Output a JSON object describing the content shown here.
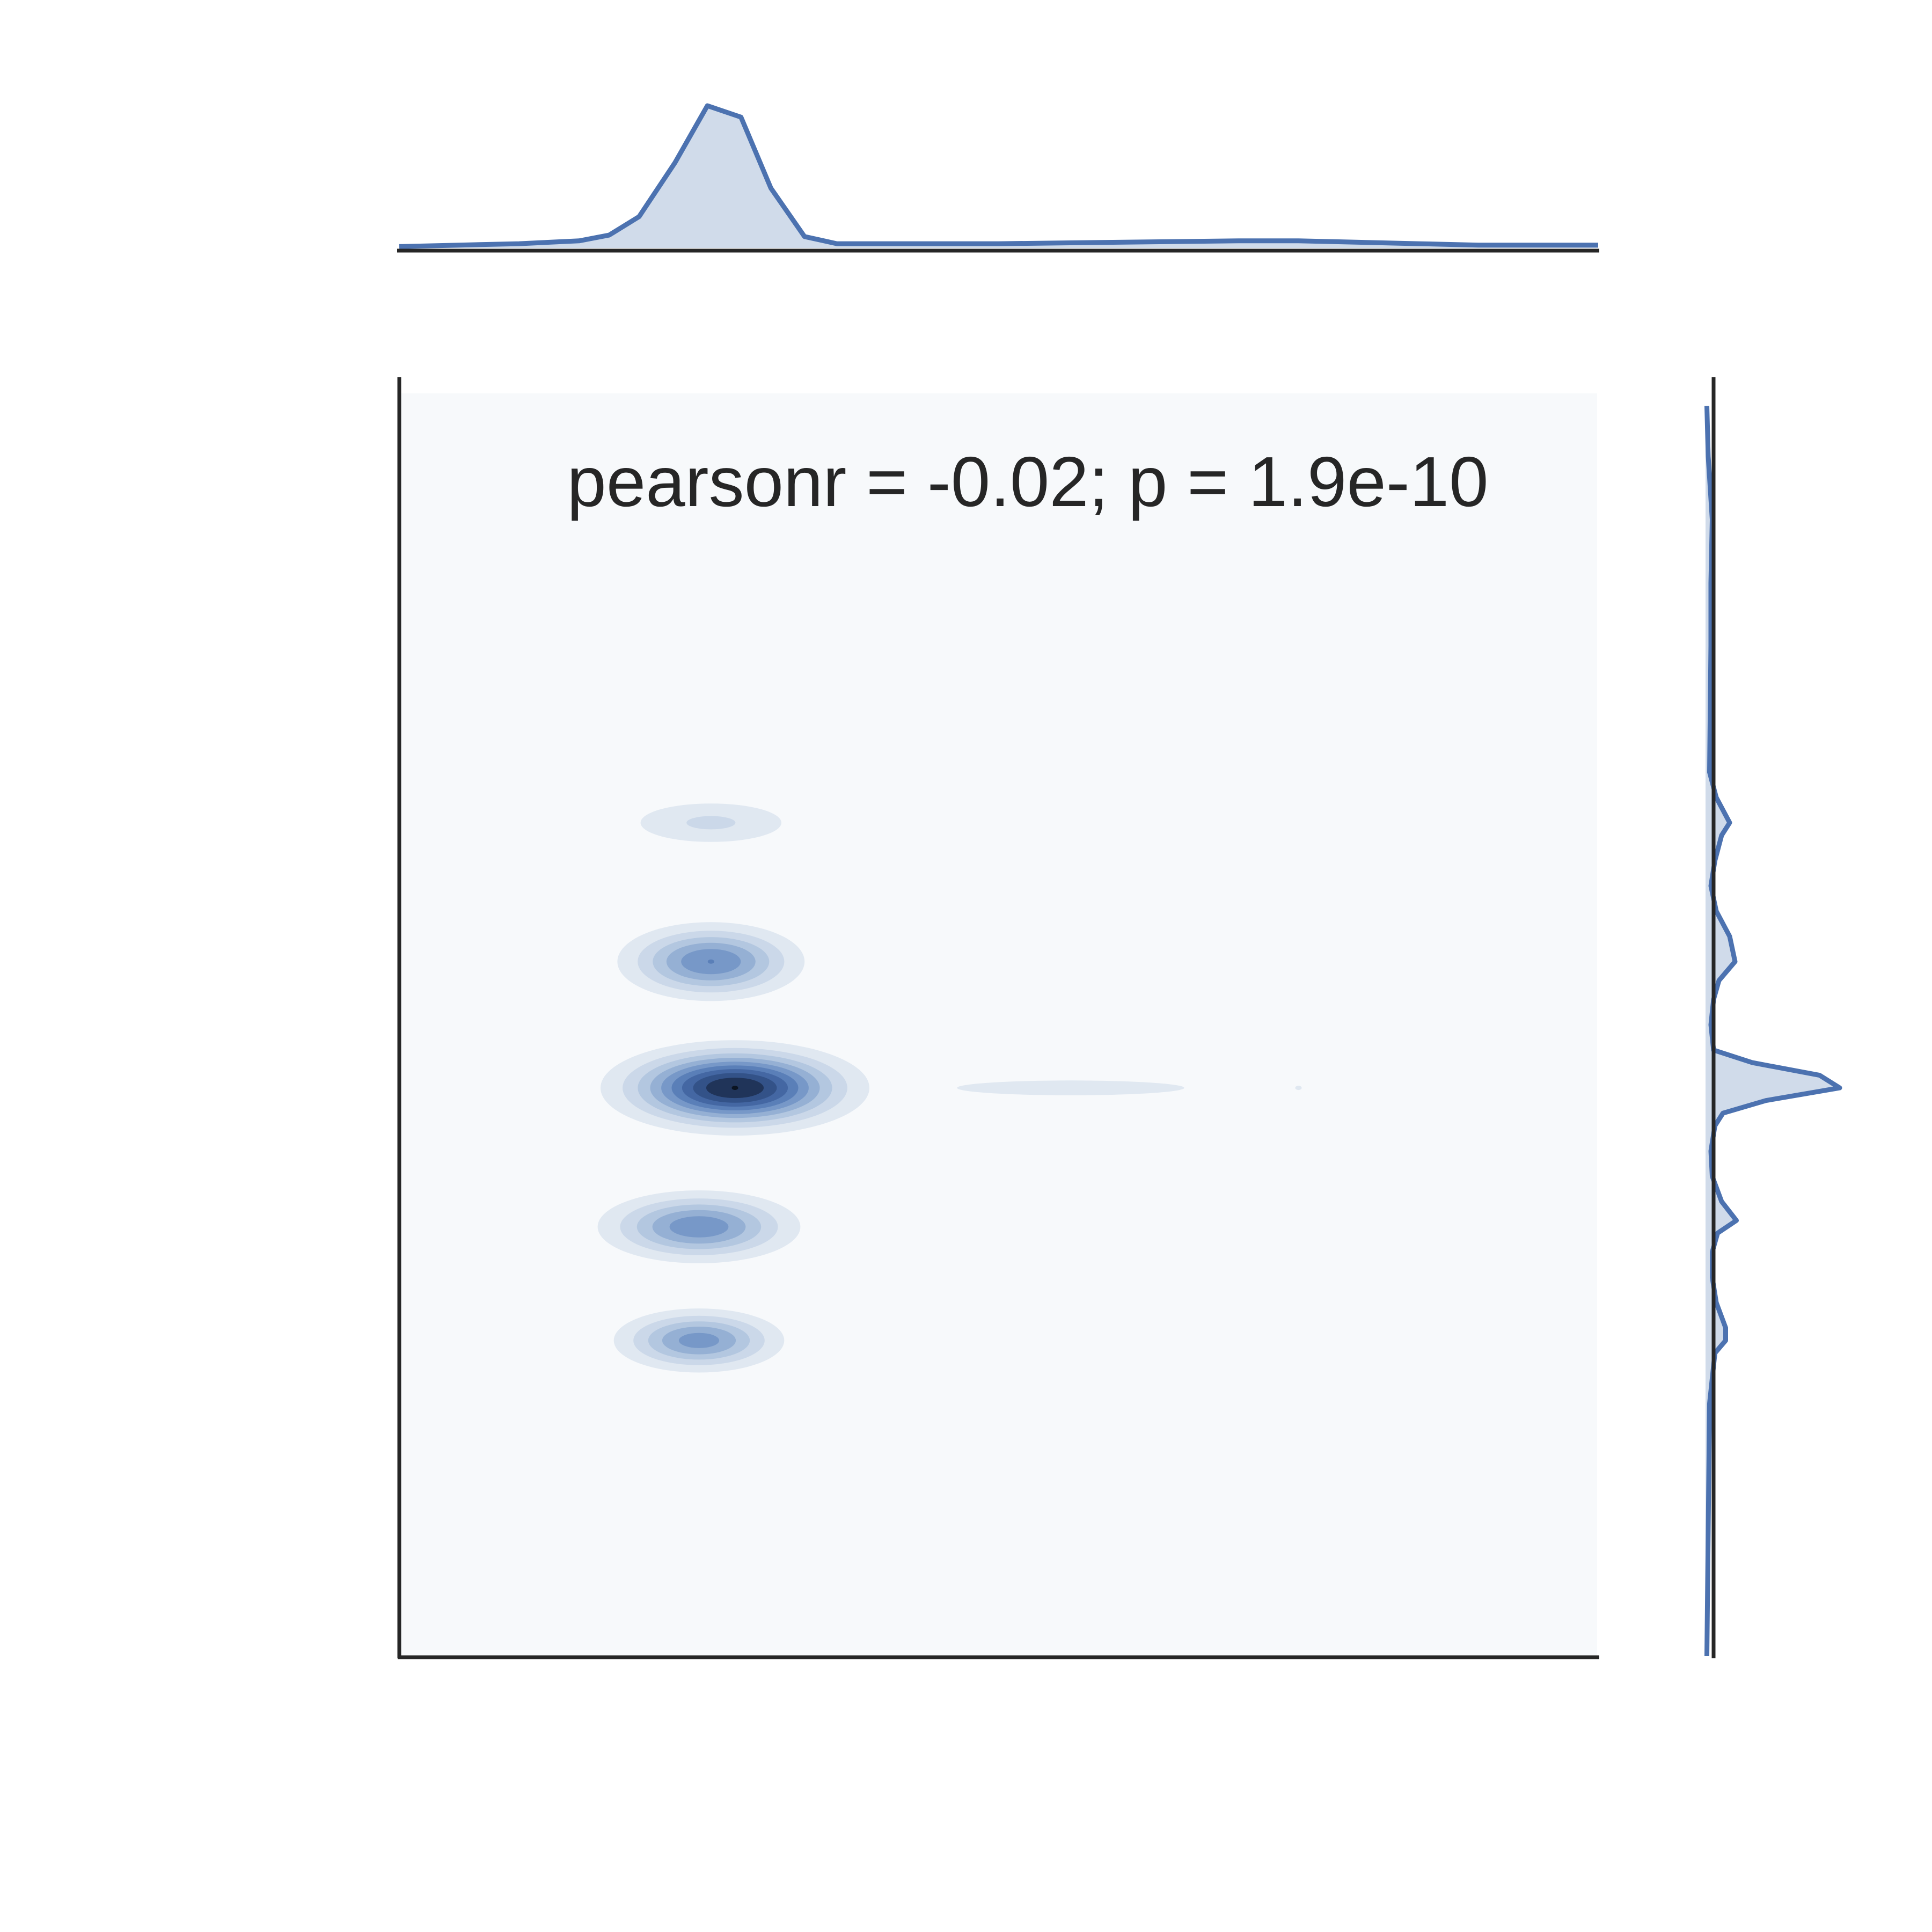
{
  "chart_data": {
    "type": "kde_jointplot",
    "annotation": "pearsonr = -0.02; p = 1.9e-10",
    "joint_kde": {
      "density_levels": 10,
      "grid_on": false,
      "components": [
        {
          "cx": 0.26,
          "cy": 0.66,
          "sx": 0.085,
          "sy": 0.022,
          "weight": 0.22
        },
        {
          "cx": 0.26,
          "cy": 0.55,
          "sx": 0.075,
          "sy": 0.03,
          "weight": 0.6
        },
        {
          "cx": 0.28,
          "cy": 0.45,
          "sx": 0.095,
          "sy": 0.032,
          "weight": 1.0
        },
        {
          "cx": 0.56,
          "cy": 0.45,
          "sx": 0.21,
          "sy": 0.013,
          "weight": 0.14
        },
        {
          "cx": 0.75,
          "cy": 0.45,
          "sx": 0.06,
          "sy": 0.013,
          "weight": 0.1
        },
        {
          "cx": 0.25,
          "cy": 0.34,
          "sx": 0.082,
          "sy": 0.028,
          "weight": 0.58
        },
        {
          "cx": 0.25,
          "cy": 0.25,
          "sx": 0.07,
          "sy": 0.025,
          "weight": 0.55
        }
      ]
    },
    "marginal_x": {
      "x": [
        0,
        0.05,
        0.1,
        0.15,
        0.175,
        0.2,
        0.23,
        0.257,
        0.285,
        0.31,
        0.338,
        0.365,
        0.4,
        0.5,
        0.6,
        0.7,
        0.75,
        0.8,
        0.85,
        0.9,
        1.0
      ],
      "density": [
        0.01,
        0.02,
        0.03,
        0.05,
        0.09,
        0.22,
        0.6,
        1.0,
        0.92,
        0.42,
        0.08,
        0.03,
        0.03,
        0.03,
        0.04,
        0.05,
        0.05,
        0.04,
        0.03,
        0.02,
        0.02
      ]
    },
    "marginal_y": {
      "y": [
        0.0,
        0.1,
        0.2,
        0.22,
        0.24,
        0.25,
        0.26,
        0.28,
        0.3,
        0.32,
        0.335,
        0.345,
        0.36,
        0.38,
        0.4,
        0.42,
        0.43,
        0.44,
        0.45,
        0.46,
        0.47,
        0.48,
        0.5,
        0.52,
        0.535,
        0.55,
        0.57,
        0.59,
        0.61,
        0.63,
        0.65,
        0.66,
        0.68,
        0.7,
        0.8,
        0.85,
        0.9,
        0.95,
        0.99
      ],
      "density": [
        0.01,
        0.02,
        0.03,
        0.05,
        0.07,
        0.15,
        0.15,
        0.08,
        0.05,
        0.05,
        0.09,
        0.23,
        0.12,
        0.05,
        0.04,
        0.07,
        0.13,
        0.45,
        1.0,
        0.85,
        0.35,
        0.06,
        0.04,
        0.06,
        0.1,
        0.22,
        0.18,
        0.08,
        0.04,
        0.07,
        0.12,
        0.18,
        0.08,
        0.03,
        0.04,
        0.04,
        0.05,
        0.02,
        0.01
      ]
    }
  },
  "style": {
    "line_color": "#4c72b0",
    "fill_color": "#d0dbea",
    "axis_color": "#262626",
    "kde_light": "#f7f9fb",
    "kde_dark": "#0b1422"
  }
}
